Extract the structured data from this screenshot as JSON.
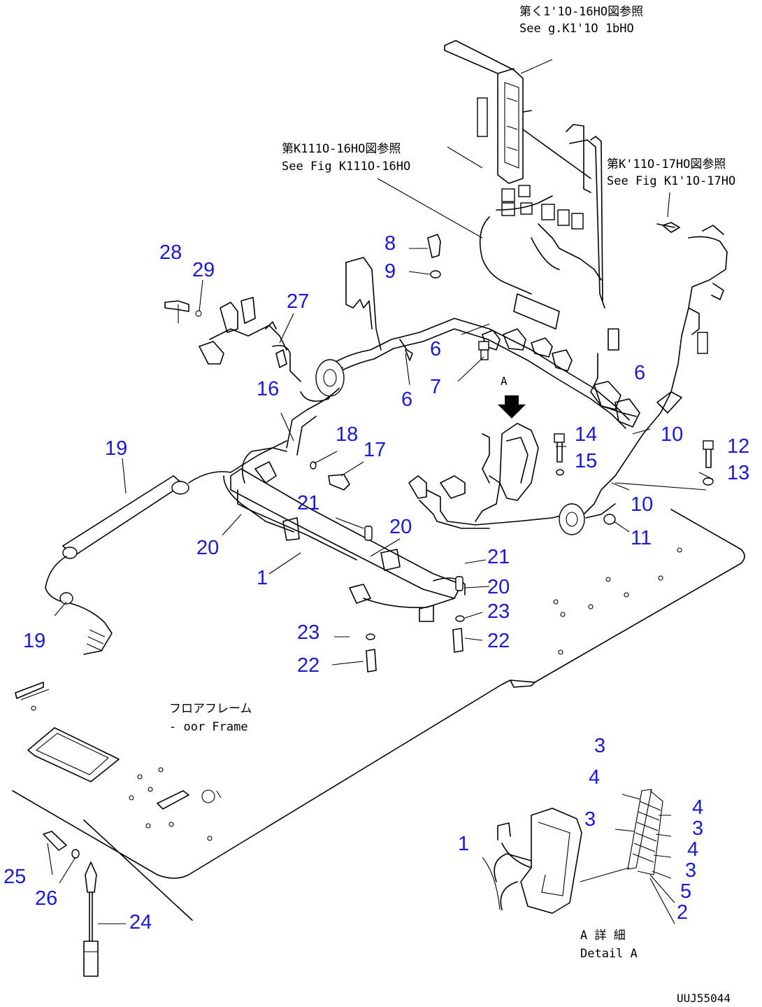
{
  "references": {
    "ref_16h0_top_jp": "第く1'1О-16HО図参照",
    "ref_16h0_top_en": "See    g.K1'1О 1bHО",
    "ref_16h0_mid_jp": "第K111О-16HО図参照",
    "ref_16h0_mid_en": "See Fig K111О-16HО",
    "ref_17h0_jp": "第K'11О-17HО図参照",
    "ref_17h0_en": "See Fig K1'1О-17HО"
  },
  "floor_frame": {
    "label_jp": "フロアフレーム",
    "label_en": "- oor Frame"
  },
  "detail": {
    "label_jp": "A 詳 細",
    "label_en": "Detail A",
    "arrow_label": "A"
  },
  "drawing_code": "UUJ55044",
  "callouts": {
    "c28": "28",
    "c29": "29",
    "c27": "27",
    "c8": "8",
    "c9": "9",
    "c6a": "6",
    "c6b": "6",
    "c6c": "6",
    "c7": "7",
    "c16": "16",
    "c18": "18",
    "c17": "17",
    "c19a": "19",
    "c19b": "19",
    "c21a": "21",
    "c21b": "21",
    "c20a": "20",
    "c20b": "20",
    "c20c": "20",
    "c1a": "1",
    "c1b": "1",
    "c14": "14",
    "c15": "15",
    "c10a": "10",
    "c10b": "10",
    "c12": "12",
    "c13": "13",
    "c11": "11",
    "c23a": "23",
    "c23b": "23",
    "c22a": "22",
    "c22b": "22",
    "c25": "25",
    "c26": "26",
    "c24": "24",
    "d3a": "3",
    "d4a": "4",
    "d3b": "3",
    "d4b": "4",
    "d3c": "3",
    "d4c": "4",
    "d3d": "3",
    "d5": "5",
    "d2": "2"
  }
}
